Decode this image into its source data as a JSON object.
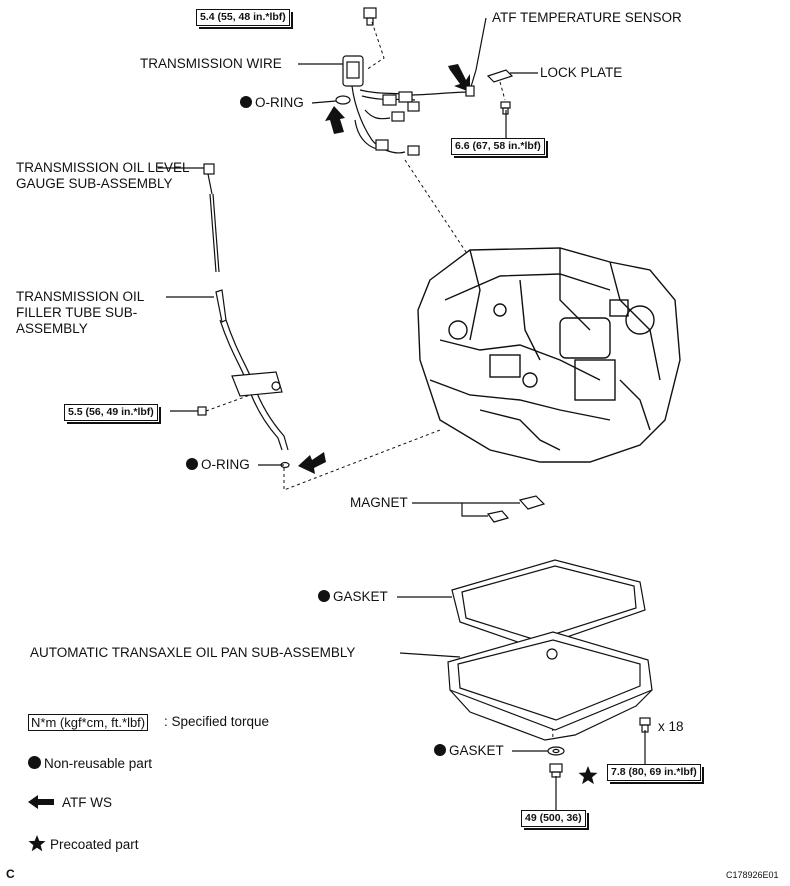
{
  "torque": {
    "top_bolt": "5.4 (55, 48 in.*lbf)",
    "lock_plate": "6.6 (67, 58 in.*lbf)",
    "filler_tube": "5.5 (56, 49 in.*lbf)",
    "pan_bolts": "7.8 (80, 69 in.*lbf)",
    "drain_plug": "49 (500, 36)"
  },
  "labels": {
    "atf_temp_sensor": "ATF TEMPERATURE SENSOR",
    "transmission_wire": "TRANSMISSION WIRE",
    "lock_plate": "LOCK PLATE",
    "o_ring_top": "O-RING",
    "level_gauge": "TRANSMISSION OIL LEVEL GAUGE SUB-ASSEMBLY",
    "filler_tube": "TRANSMISSION OIL FILLER TUBE SUB-ASSEMBLY",
    "o_ring_bottom": "O-RING",
    "magnet": "MAGNET",
    "gasket_pan": "GASKET",
    "oil_pan": "AUTOMATIC TRANSAXLE OIL PAN SUB-ASSEMBLY",
    "gasket_drain": "GASKET",
    "bolt_count": "x 18"
  },
  "legend": {
    "torque_unit": "N*m (kgf*cm, ft.*lbf)",
    "torque_desc": ": Specified torque",
    "non_reusable": "Non-reusable part",
    "atf_ws": "ATF WS",
    "precoated": "Precoated part"
  },
  "footer": {
    "corner_letter": "C",
    "figure_id": "C178926E01"
  },
  "icons": [
    "non-reusable-dot-icon",
    "atf-arrow-icon",
    "precoated-star-icon"
  ]
}
